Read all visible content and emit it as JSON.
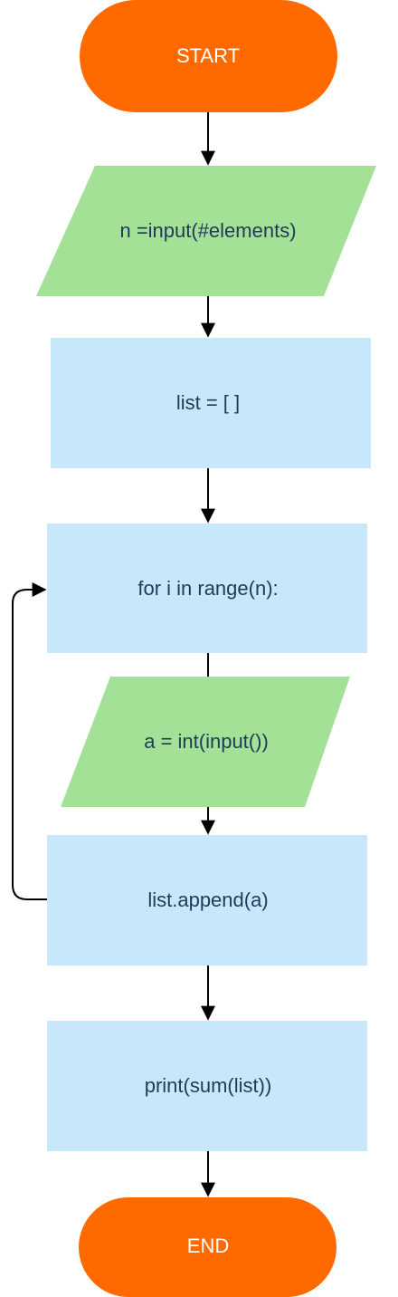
{
  "colors": {
    "terminal_fill": "#ff6a00",
    "io_fill": "#a3e196",
    "process_fill": "#c7e8fb",
    "edge": "#000000"
  },
  "nodes": {
    "start": "START",
    "input_n": "n =input(#elements)",
    "list_init": "list = [ ]",
    "for_loop": "for i in range(n):",
    "input_a": "a = int(input())",
    "append": "list.append(a)",
    "print_sum": "print(sum(list))",
    "end": "END"
  }
}
